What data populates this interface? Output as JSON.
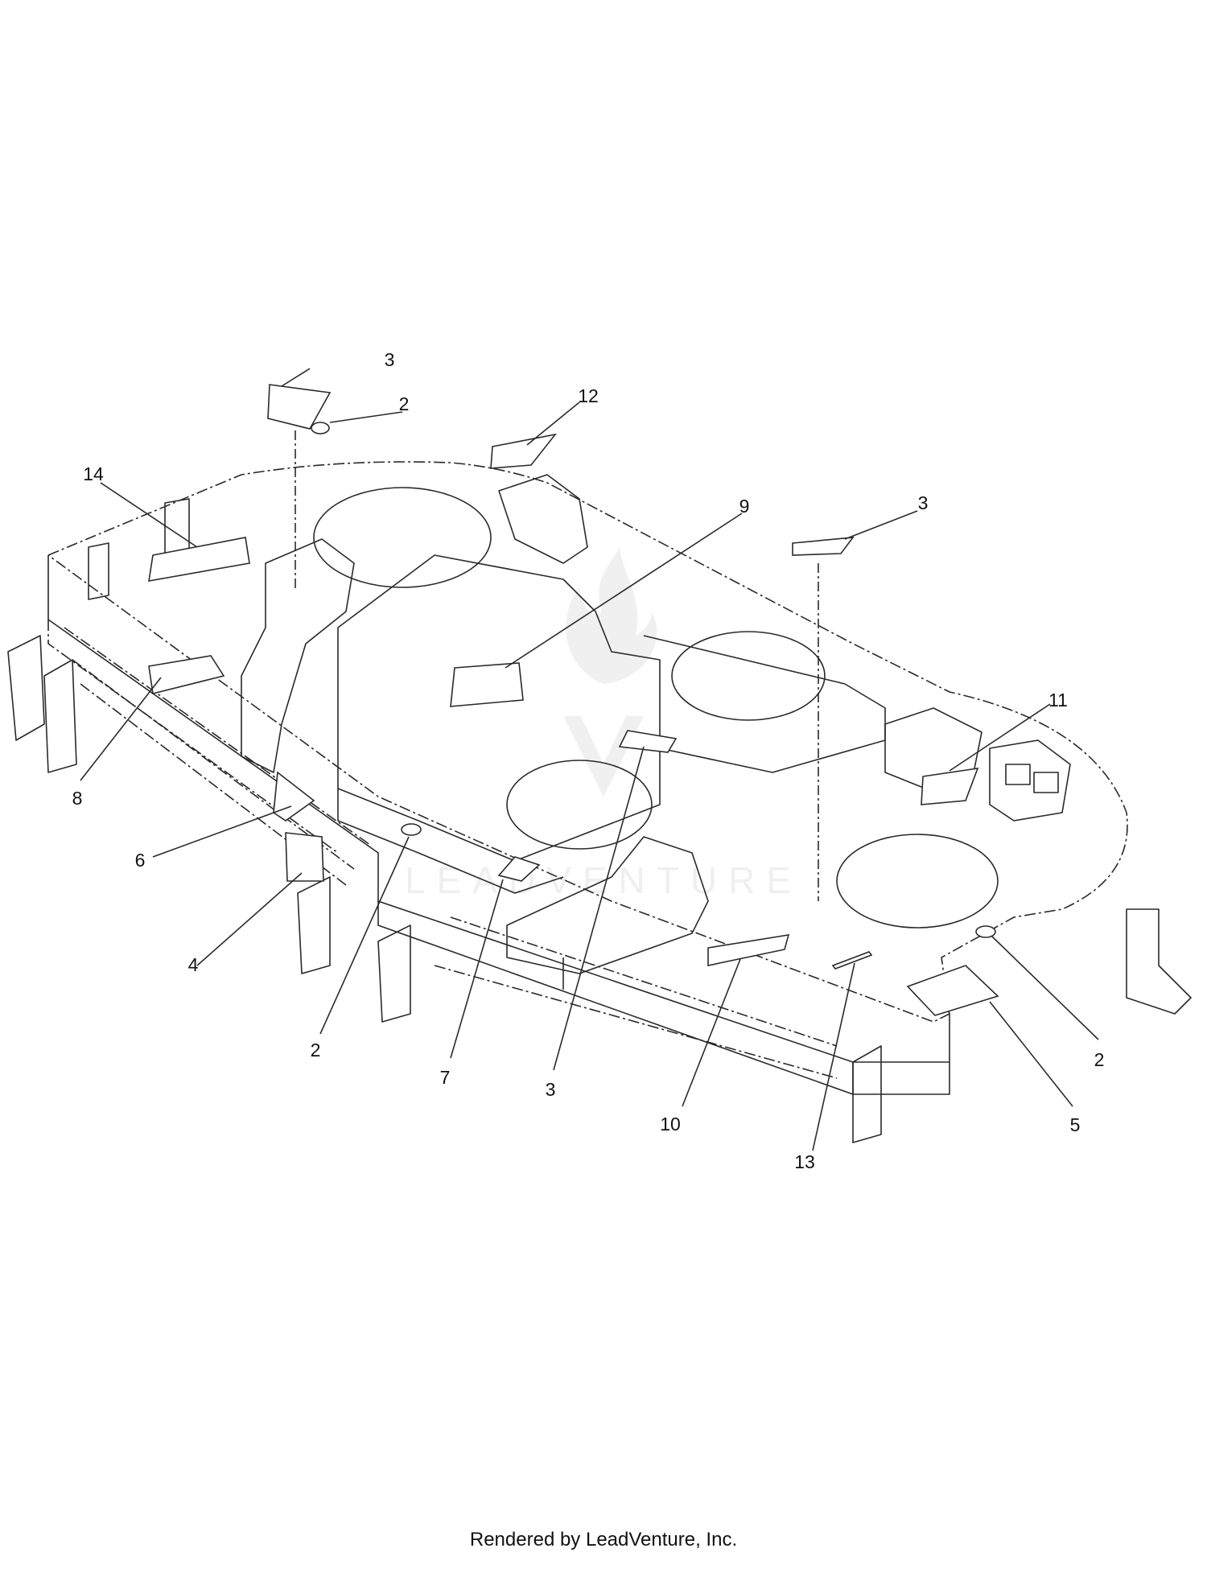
{
  "callouts": [
    {
      "id": "c3a",
      "label": "3"
    },
    {
      "id": "c2a",
      "label": "2"
    },
    {
      "id": "c12",
      "label": "12"
    },
    {
      "id": "c14",
      "label": "14"
    },
    {
      "id": "c9",
      "label": "9"
    },
    {
      "id": "c3b",
      "label": "3"
    },
    {
      "id": "c11",
      "label": "11"
    },
    {
      "id": "c8",
      "label": "8"
    },
    {
      "id": "c6",
      "label": "6"
    },
    {
      "id": "c4",
      "label": "4"
    },
    {
      "id": "c2b",
      "label": "2"
    },
    {
      "id": "c7",
      "label": "7"
    },
    {
      "id": "c3c",
      "label": "3"
    },
    {
      "id": "c10",
      "label": "10"
    },
    {
      "id": "c13",
      "label": "13"
    },
    {
      "id": "c5",
      "label": "5"
    },
    {
      "id": "c2c",
      "label": "2"
    }
  ],
  "watermark": {
    "text": "LEADVENTURE"
  },
  "footer": {
    "text": "Rendered by LeadVenture, Inc."
  },
  "colors": {
    "line": "#2a2a2a",
    "watermark": "#d9d9d9"
  }
}
